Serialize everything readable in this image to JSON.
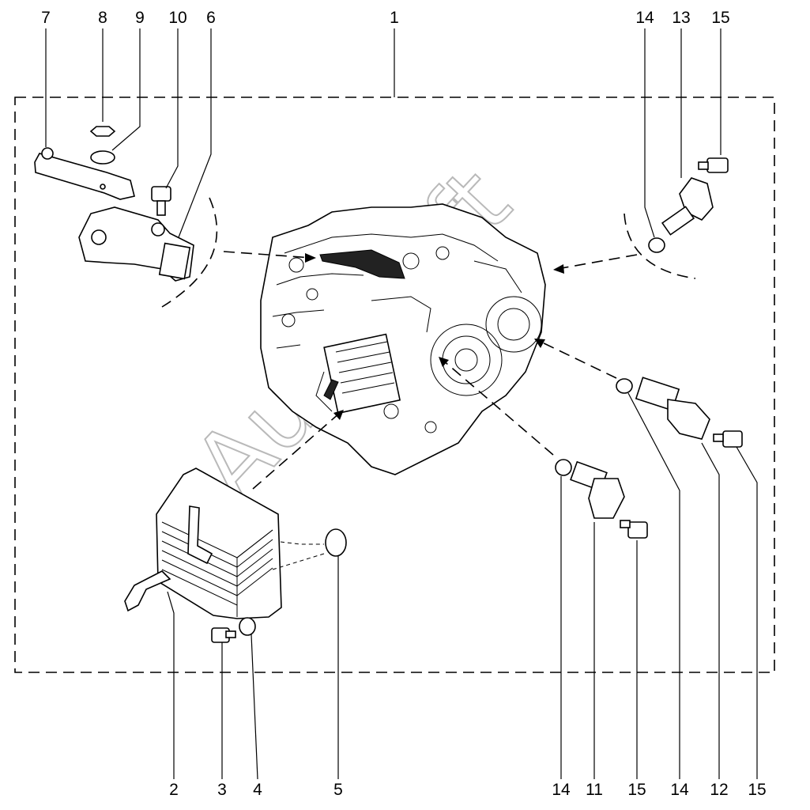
{
  "callouts": {
    "c1": "1",
    "c2": "2",
    "c3": "3",
    "c4": "4",
    "c5": "5",
    "c6": "6",
    "c7": "7",
    "c8": "8",
    "c9": "9",
    "c10": "10",
    "c11": "11",
    "c12": "12",
    "c13": "13",
    "c14_top": "14",
    "c14_bottom_a": "14",
    "c14_bottom_b": "14",
    "c15_top": "15",
    "c15_bottom_a": "15",
    "c15_bottom_b": "15"
  },
  "watermark": "AutoSoft"
}
